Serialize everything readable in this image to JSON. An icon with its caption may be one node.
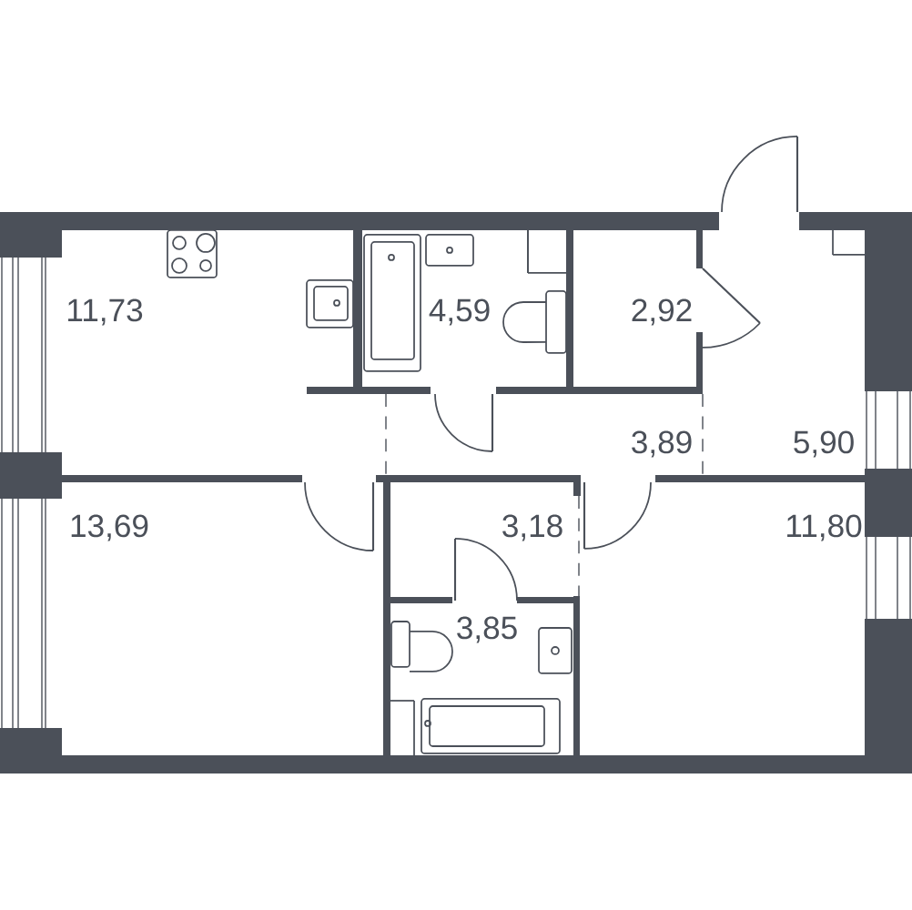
{
  "diagram": {
    "labels": [
      "11,73",
      "4,59",
      "2,92",
      "3,89",
      "5,90",
      "13,69",
      "3,18",
      "11,80",
      "3,85"
    ]
  }
}
